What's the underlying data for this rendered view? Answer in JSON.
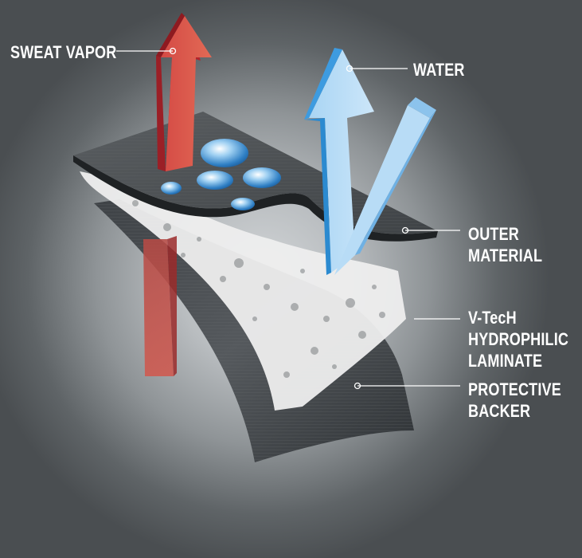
{
  "labels": {
    "sweat_vapor": "SWEAT VAPOR",
    "water": "WATER",
    "outer_material": [
      "OUTER",
      "MATERIAL"
    ],
    "laminate": [
      "V-TecH",
      "HYDROPHILIC",
      "LAMINATE"
    ],
    "protective_backer": [
      "PROTECTIVE",
      "BACKER"
    ]
  },
  "colors": {
    "sweat_arrow": "#c8272e",
    "water_arrow": "#8fc6ee",
    "water_arrow_side": "#2e8fd6",
    "outer_material": "#4e5255",
    "laminate": "#f2f2f2",
    "label_text": "#ffffff"
  },
  "icons": [
    "water-droplet-icon",
    "sweat-vapor-arrow-icon",
    "water-arrow-icon"
  ]
}
